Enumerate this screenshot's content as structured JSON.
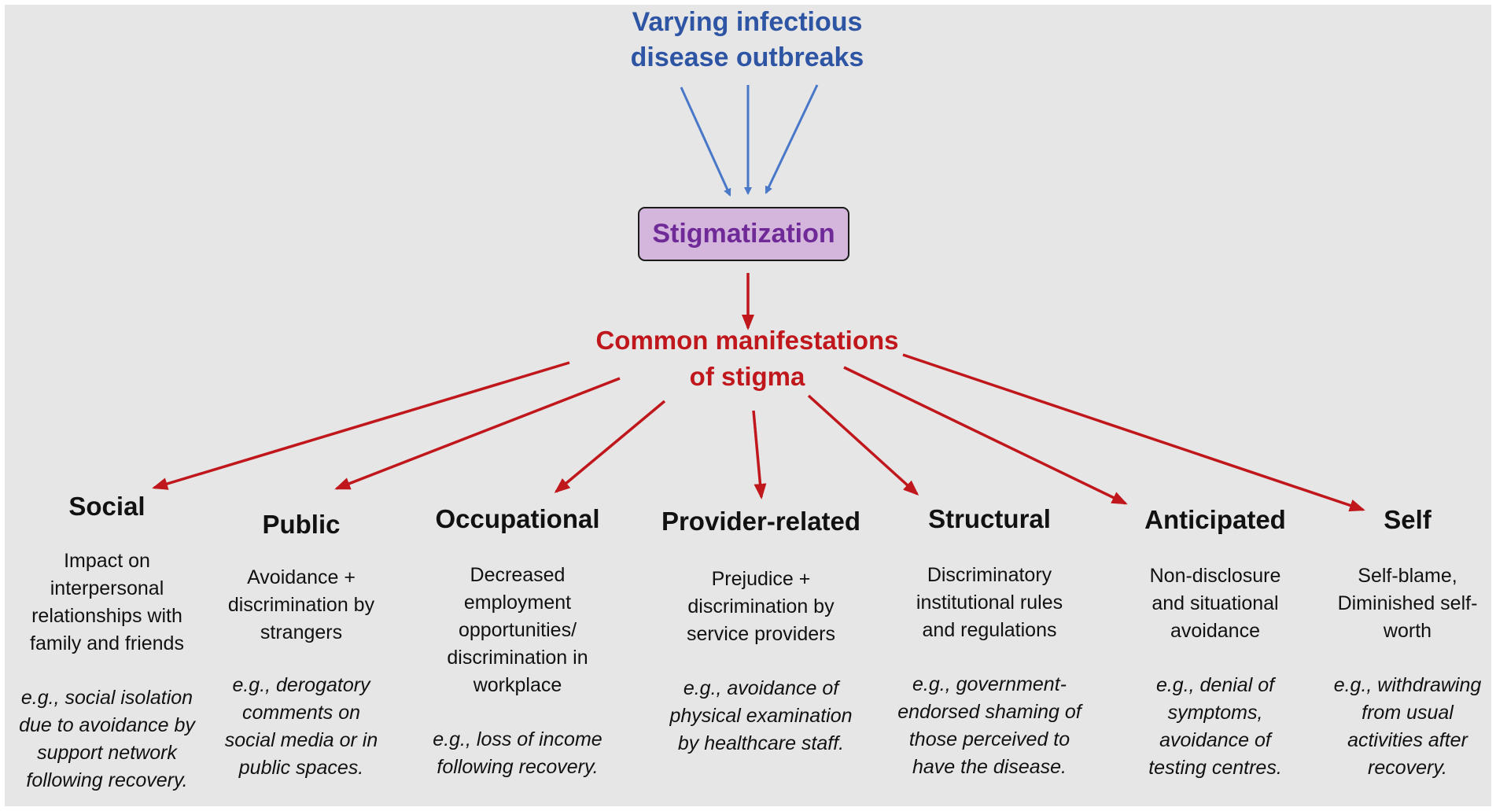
{
  "diagram": {
    "title": [
      "Varying infectious",
      "disease outbreaks"
    ],
    "center": "Stigmatization",
    "manifestations": [
      "Common manifestations",
      "of stigma"
    ],
    "colors": {
      "title": "#2e55a4",
      "center_text": "#6f2a98",
      "center_fill": "#d4b6dc",
      "manifestations": "#c0171c",
      "background": "#e6e6e6"
    },
    "categories": [
      {
        "name": "Social",
        "description": [
          "Impact on",
          "interpersonal",
          "relationships with",
          "family and friends"
        ],
        "example": [
          "e.g., social isolation",
          "due to avoidance by",
          "support network",
          "following recovery."
        ]
      },
      {
        "name": "Public",
        "description": [
          "Avoidance +",
          "discrimination by",
          "strangers"
        ],
        "example": [
          "e.g., derogatory",
          "comments on",
          "social media or in",
          "public spaces."
        ]
      },
      {
        "name": "Occupational",
        "description": [
          "Decreased",
          "employment",
          "opportunities/",
          "discrimination in",
          "workplace"
        ],
        "example": [
          "e.g., loss of income",
          "following recovery."
        ]
      },
      {
        "name": "Provider-related",
        "description": [
          "Prejudice +",
          "discrimination by",
          "service providers"
        ],
        "example": [
          "e.g., avoidance of",
          "physical examination",
          "by healthcare staff."
        ]
      },
      {
        "name": "Structural",
        "description": [
          "Discriminatory",
          "institutional rules",
          "and regulations"
        ],
        "example": [
          "e.g., government-",
          "endorsed shaming of",
          "those perceived to",
          "have the disease."
        ]
      },
      {
        "name": "Anticipated",
        "description": [
          "Non-disclosure",
          "and situational",
          "avoidance"
        ],
        "example": [
          "e.g., denial of",
          "symptoms,",
          "avoidance of",
          "testing centres."
        ]
      },
      {
        "name": "Self",
        "description": [
          "Self-blame,",
          "Diminished self-",
          "worth"
        ],
        "example": [
          "e.g., withdrawing",
          "from usual",
          "activities after",
          "recovery."
        ]
      }
    ]
  }
}
